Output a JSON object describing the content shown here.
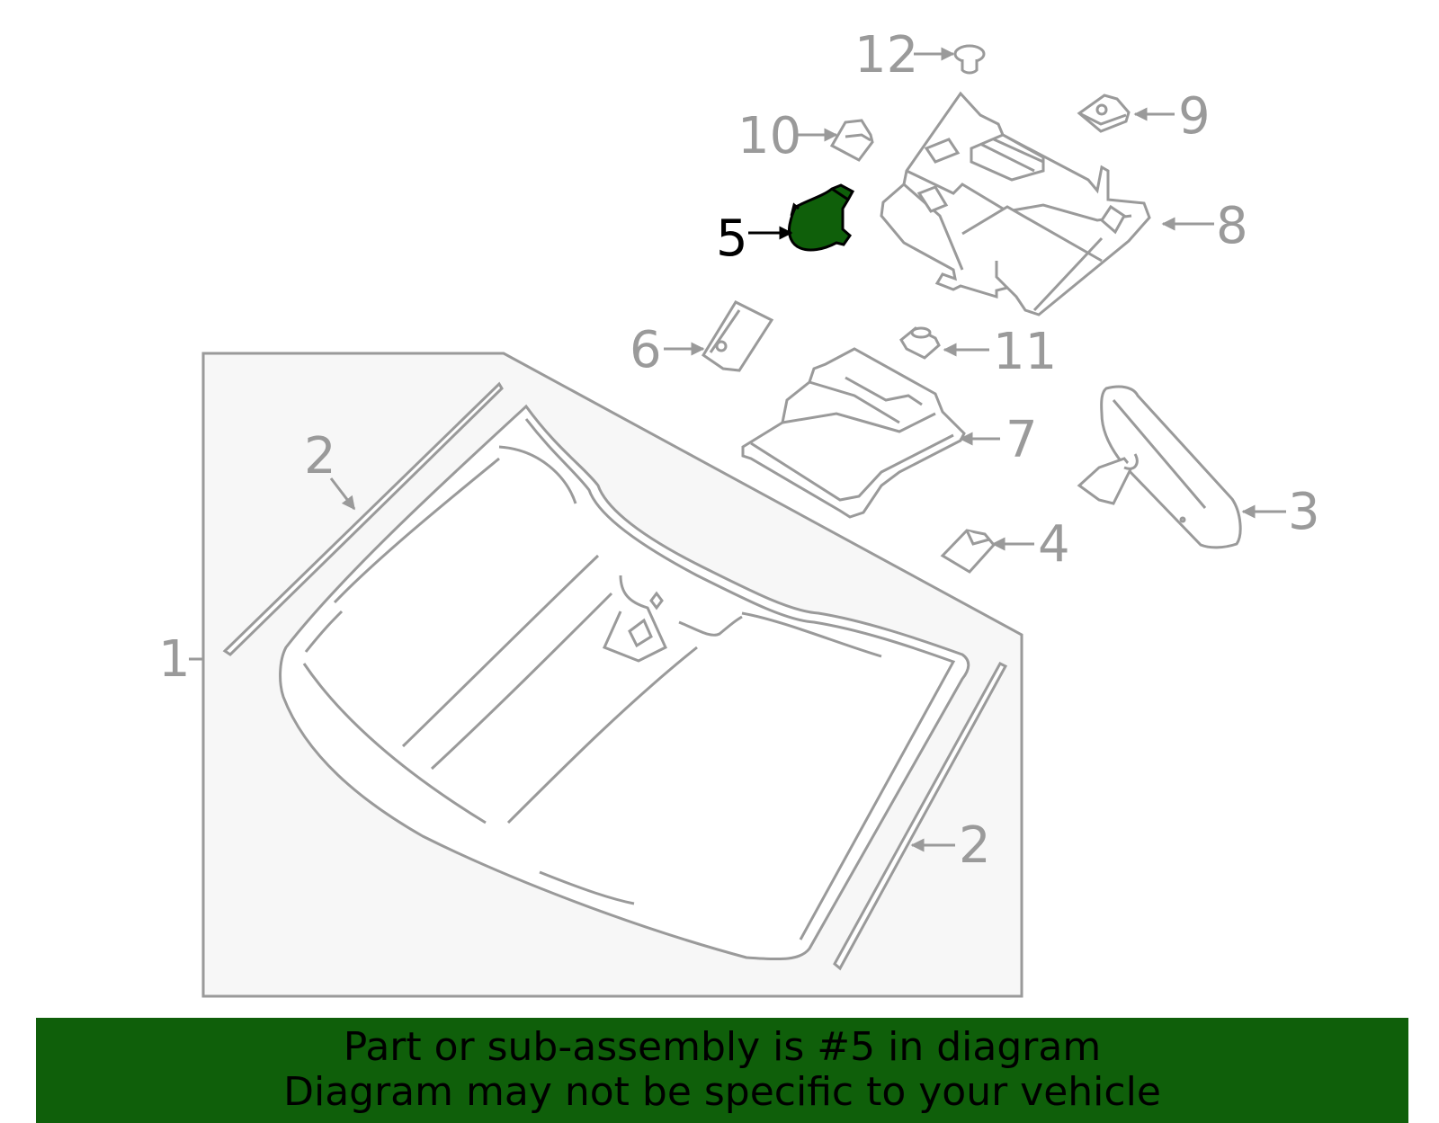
{
  "diagram": {
    "colors": {
      "line": "#9a9a9a",
      "panel": "#f7f7f7",
      "highlight": "#0f5f0a",
      "banner": "#0f5f0a"
    },
    "highlighted_part": "5",
    "callouts": {
      "c1": "1",
      "c2a": "2",
      "c2b": "2",
      "c3": "3",
      "c4": "4",
      "c5": "5",
      "c6": "6",
      "c7": "7",
      "c8": "8",
      "c9": "9",
      "c10": "10",
      "c11": "11",
      "c12": "12"
    }
  },
  "banner": {
    "line1": "Part or sub-assembly is #5 in diagram",
    "line2": "Diagram may not be specific to your vehicle"
  }
}
